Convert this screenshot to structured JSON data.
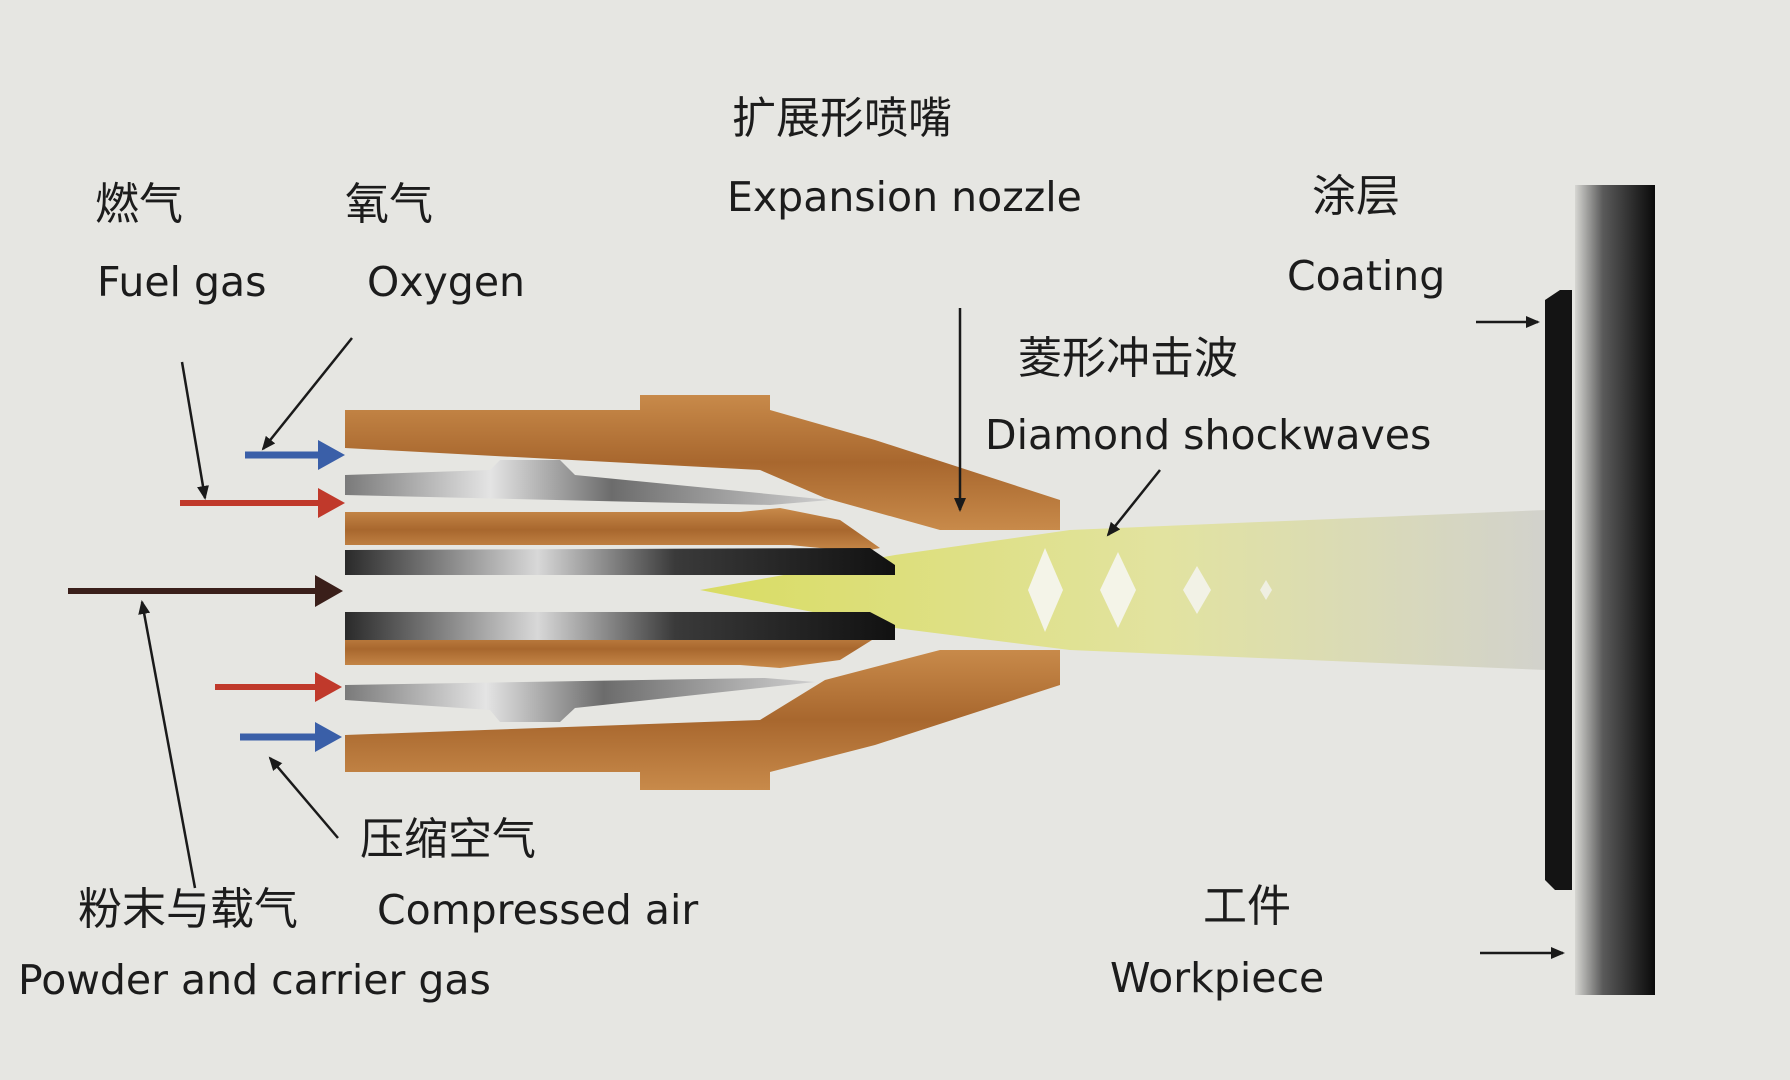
{
  "labels": {
    "fuel_gas": {
      "zh": "燃气",
      "en": "Fuel gas"
    },
    "oxygen": {
      "zh": "氧气",
      "en": "Oxygen"
    },
    "expansion_nozzle": {
      "zh": "扩展形喷嘴",
      "en": "Expansion nozzle"
    },
    "coating": {
      "zh": "涂层",
      "en": "Coating"
    },
    "diamond_shockwaves": {
      "zh": "菱形冲击波",
      "en": "Diamond shockwaves"
    },
    "compressed_air": {
      "zh": "压缩空气",
      "en": "Compressed air"
    },
    "powder_carrier_gas": {
      "zh": "粉末与载气",
      "en": "Powder and carrier gas"
    },
    "workpiece": {
      "zh": "工件",
      "en": "Workpiece"
    }
  },
  "colors": {
    "background": "#e6e6e2",
    "nozzle_copper": "#b3763a",
    "fuel_arrow": "#c0392b",
    "oxygen_arrow": "#3a5fa8",
    "powder_arrow": "#3a1f1a",
    "flame": "#dde08a",
    "shock_diamond": "#f4f4e8",
    "workpiece": "#111111"
  }
}
